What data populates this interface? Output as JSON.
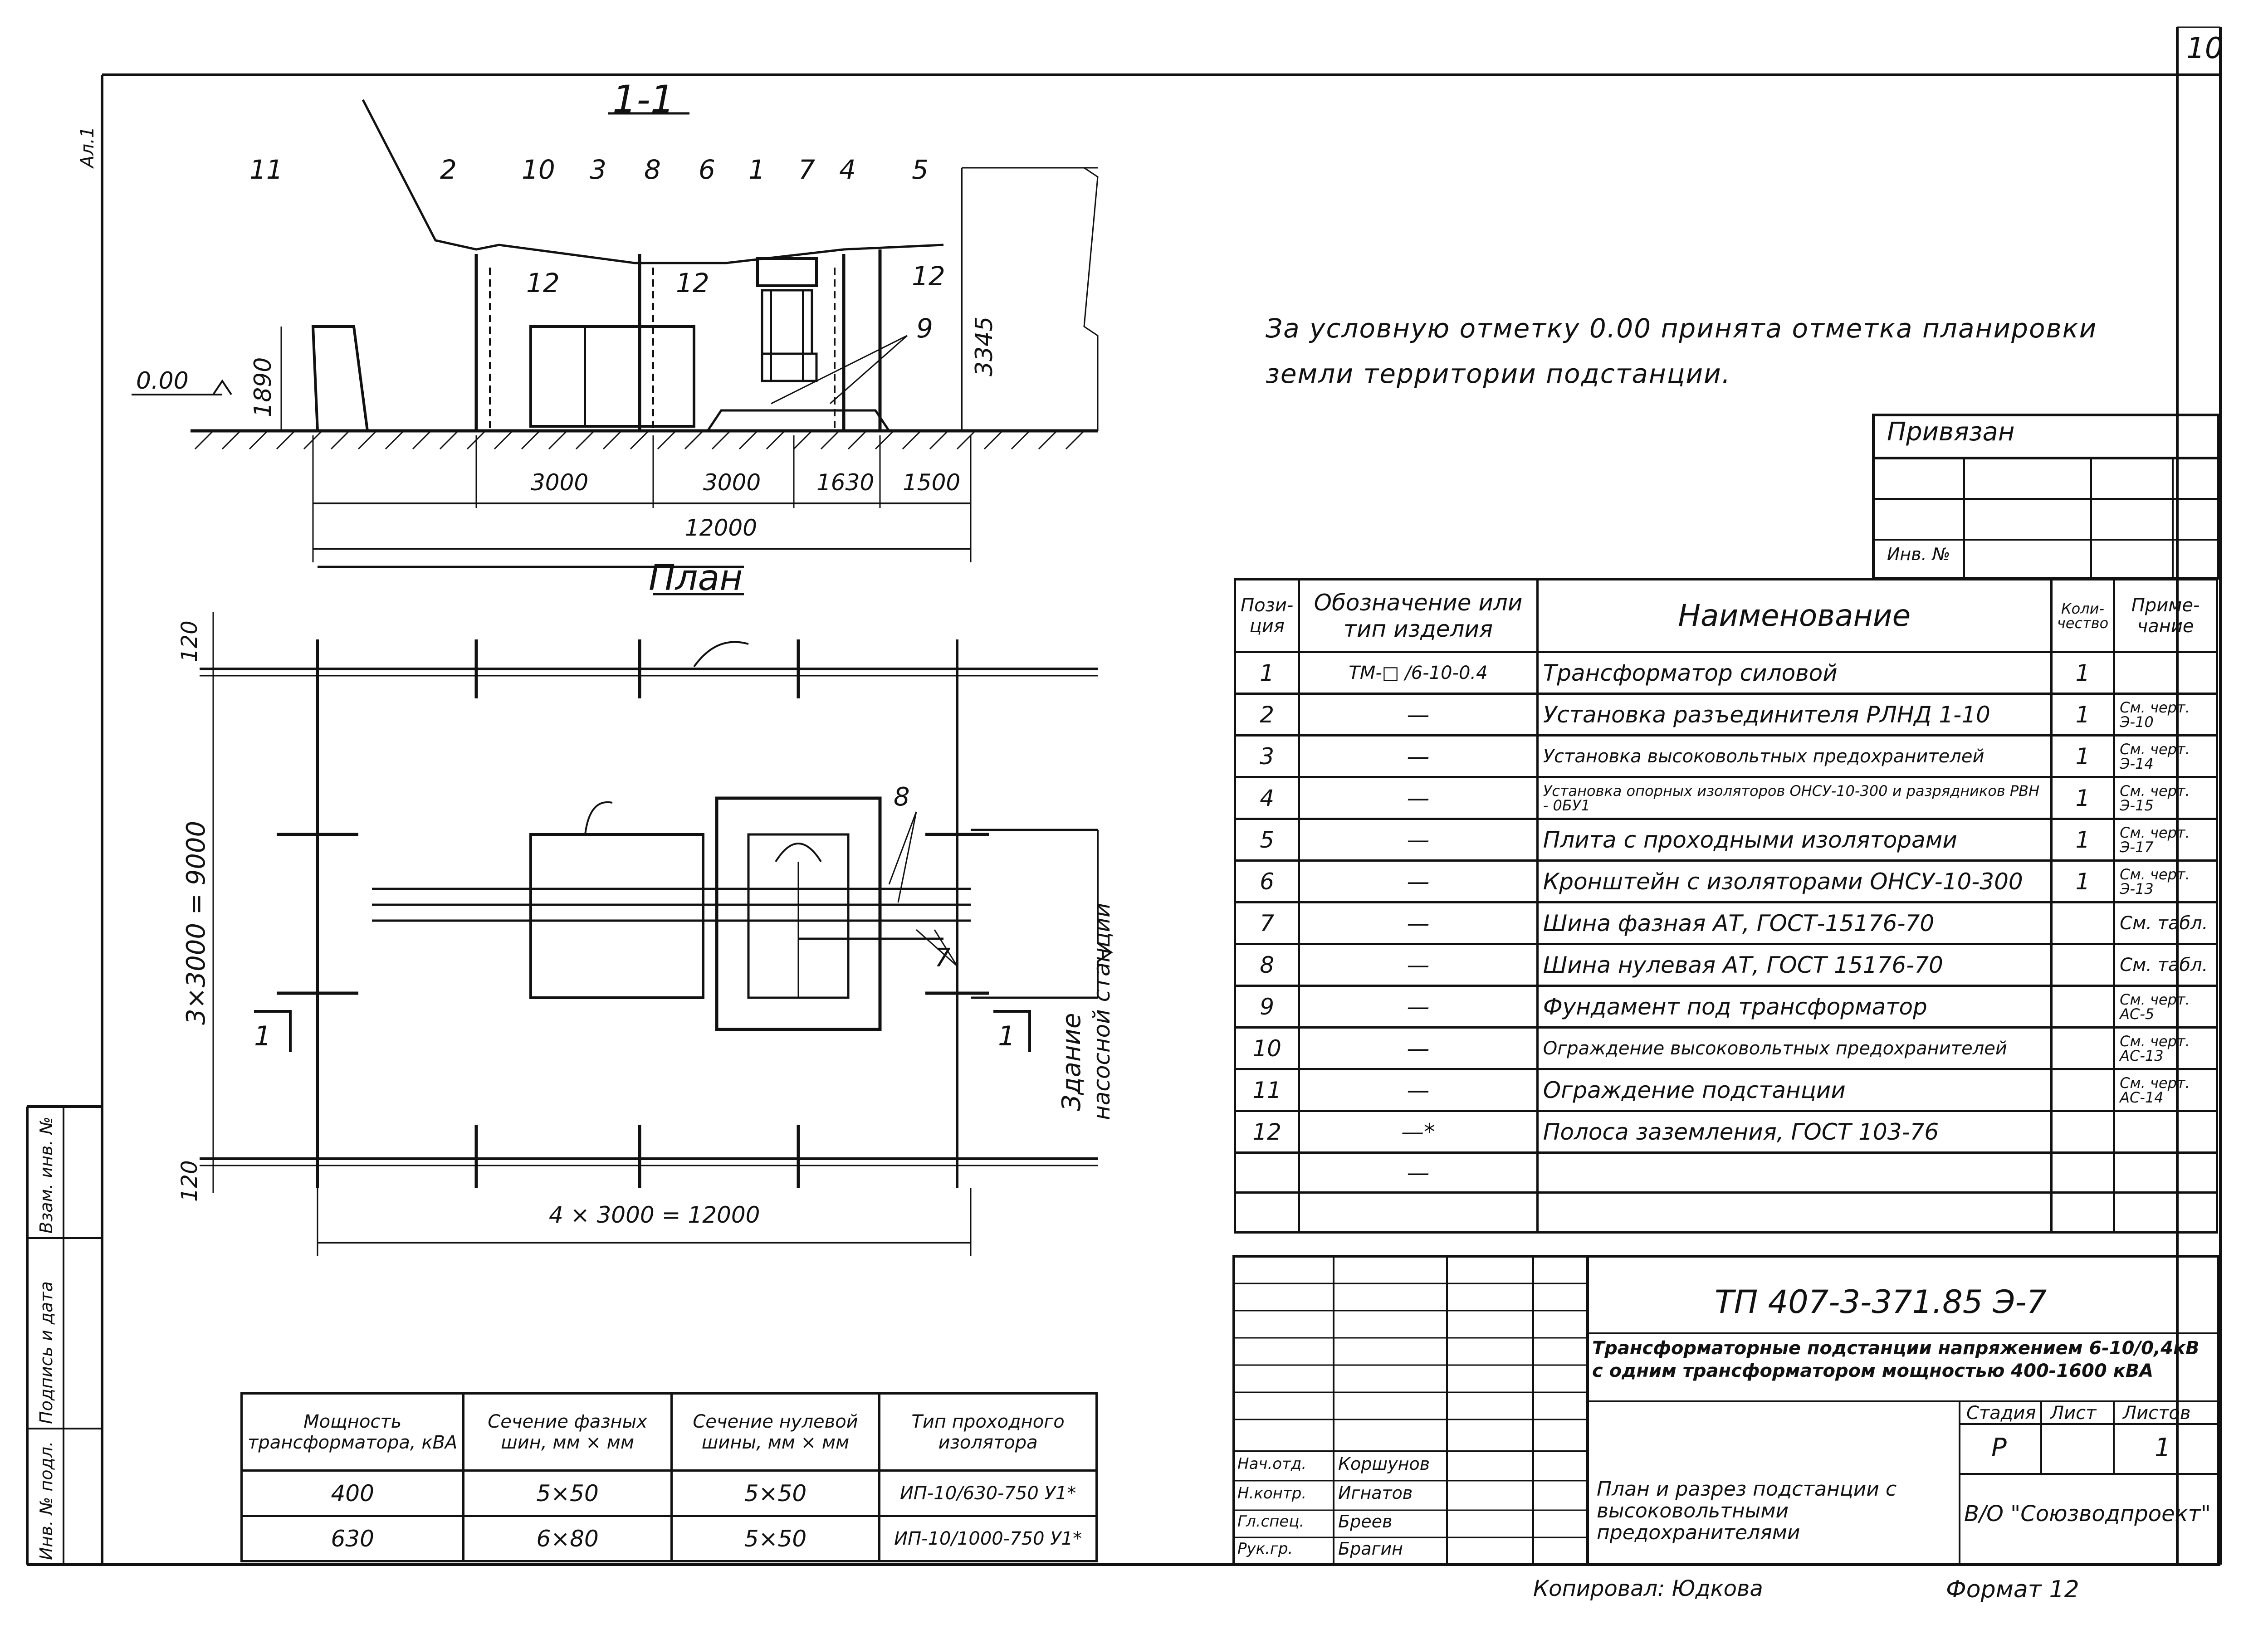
{
  "sheet_number": "10",
  "corner_mark": "Ал.1",
  "section_title": "1-1",
  "plan_title": "План",
  "note": {
    "line1": "За условную отметку 0.00 принята отметка планировки",
    "line2": "земли территории подстанции."
  },
  "section_labels": {
    "callouts": [
      "11",
      "2",
      "10",
      "3",
      "8",
      "6",
      "1",
      "7",
      "4",
      "5"
    ],
    "twelve": "12",
    "nine": "9",
    "zero_mark": "0.00",
    "height_left": "1890",
    "height_right": "3345",
    "dims": [
      "3000",
      "3000",
      "1630",
      "1500"
    ],
    "total": "12000"
  },
  "plan_labels": {
    "top_dim": "120",
    "bottom_dim": "120",
    "vertical_dim": "3×3000 = 9000",
    "horizontal_dim": "4 × 3000 = 12000",
    "section_marker": "1",
    "label_8": "8",
    "label_7": "7",
    "building_line1": "Здание",
    "building_line2": "насосной станции"
  },
  "binding_box": {
    "title": "Привязан",
    "inv": "Инв. №"
  },
  "spec_table": {
    "headers": {
      "pos": "Пози-ция",
      "designation": "Обозначение или тип изделия",
      "name": "Наименование",
      "qty": "Коли-чество",
      "note": "Приме-чание"
    },
    "rows": [
      {
        "pos": "1",
        "designation": "ТМ-□ /6-10-0.4",
        "name": "Трансформатор силовой",
        "qty": "1",
        "note": ""
      },
      {
        "pos": "2",
        "designation": "—",
        "name": "Установка разъединителя РЛНД 1-10",
        "qty": "1",
        "note": "См. черт. Э-10"
      },
      {
        "pos": "3",
        "designation": "—",
        "name": "Установка высоковольтных предохранителей",
        "qty": "1",
        "note": "См. черт. Э-14"
      },
      {
        "pos": "4",
        "designation": "—",
        "name": "Установка опорных изоляторов ОНСУ-10-300 и разрядников РВН - 0БУ1",
        "qty": "1",
        "note": "См. черт. Э-15"
      },
      {
        "pos": "5",
        "designation": "—",
        "name": "Плита с проходными изоляторами",
        "qty": "1",
        "note": "См. черт. Э-17"
      },
      {
        "pos": "6",
        "designation": "—",
        "name": "Кронштейн с изоляторами ОНСУ-10-300",
        "qty": "1",
        "note": "См. черт. Э-13"
      },
      {
        "pos": "7",
        "designation": "—",
        "name": "Шина фазная АТ, ГОСТ-15176-70",
        "qty": "",
        "note": "См. табл."
      },
      {
        "pos": "8",
        "designation": "—",
        "name": "Шина нулевая АТ, ГОСТ 15176-70",
        "qty": "",
        "note": "См. табл."
      },
      {
        "pos": "9",
        "designation": "—",
        "name": "Фундамент под трансформатор",
        "qty": "",
        "note": "См. черт. АС-5"
      },
      {
        "pos": "10",
        "designation": "—",
        "name": "Ограждение высоковольтных предохранителей",
        "qty": "",
        "note": "См. черт. АС-13"
      },
      {
        "pos": "11",
        "designation": "—",
        "name": "Ограждение подстанции",
        "qty": "",
        "note": "См. черт. АС-14"
      },
      {
        "pos": "12",
        "designation": "—*",
        "name": "Полоса заземления, ГОСТ 103-76",
        "qty": "",
        "note": ""
      },
      {
        "pos": "",
        "designation": "—",
        "name": "",
        "qty": "",
        "note": ""
      }
    ]
  },
  "title_block": {
    "code": "ТП 407-3-371.85   Э-7",
    "desc_line1": "Трансформаторные подстанции напряжением 6-10/0,4кВ",
    "desc_line2": "с одним трансформатором мощностью 400-1600 кВА",
    "stage_h": "Стадия",
    "sheet_h": "Лист",
    "sheets_h": "Листов",
    "stage": "Р",
    "sheets": "1",
    "roles": [
      "Нач.отд.",
      "Н.контр.",
      "Гл.спец.",
      "Рук.гр."
    ],
    "names": [
      "Коршунов",
      "Игнатов",
      "Бреев",
      "Брагин"
    ],
    "drawing_title": "План и разрез подстанции с высоковольтными предохранителями",
    "org": "В/О \"Союзводпроект\""
  },
  "bus_table": {
    "headers": [
      "Мощность трансформатора, кВА",
      "Сечение фазных шин, мм × мм",
      "Сечение нулевой шины, мм × мм",
      "Тип проходного изолятора"
    ],
    "rows": [
      [
        "400",
        "5×50",
        "5×50",
        "ИП-10/630-750 У1*"
      ],
      [
        "630",
        "6×80",
        "5×50",
        "ИП-10/1000-750 У1*"
      ]
    ]
  },
  "left_strip": [
    "Инв. № подл.",
    "Подпись и дата",
    "Взам. инв. №"
  ],
  "footer": {
    "copied": "Копировал: Юдкова",
    "format": "Формат 12"
  }
}
